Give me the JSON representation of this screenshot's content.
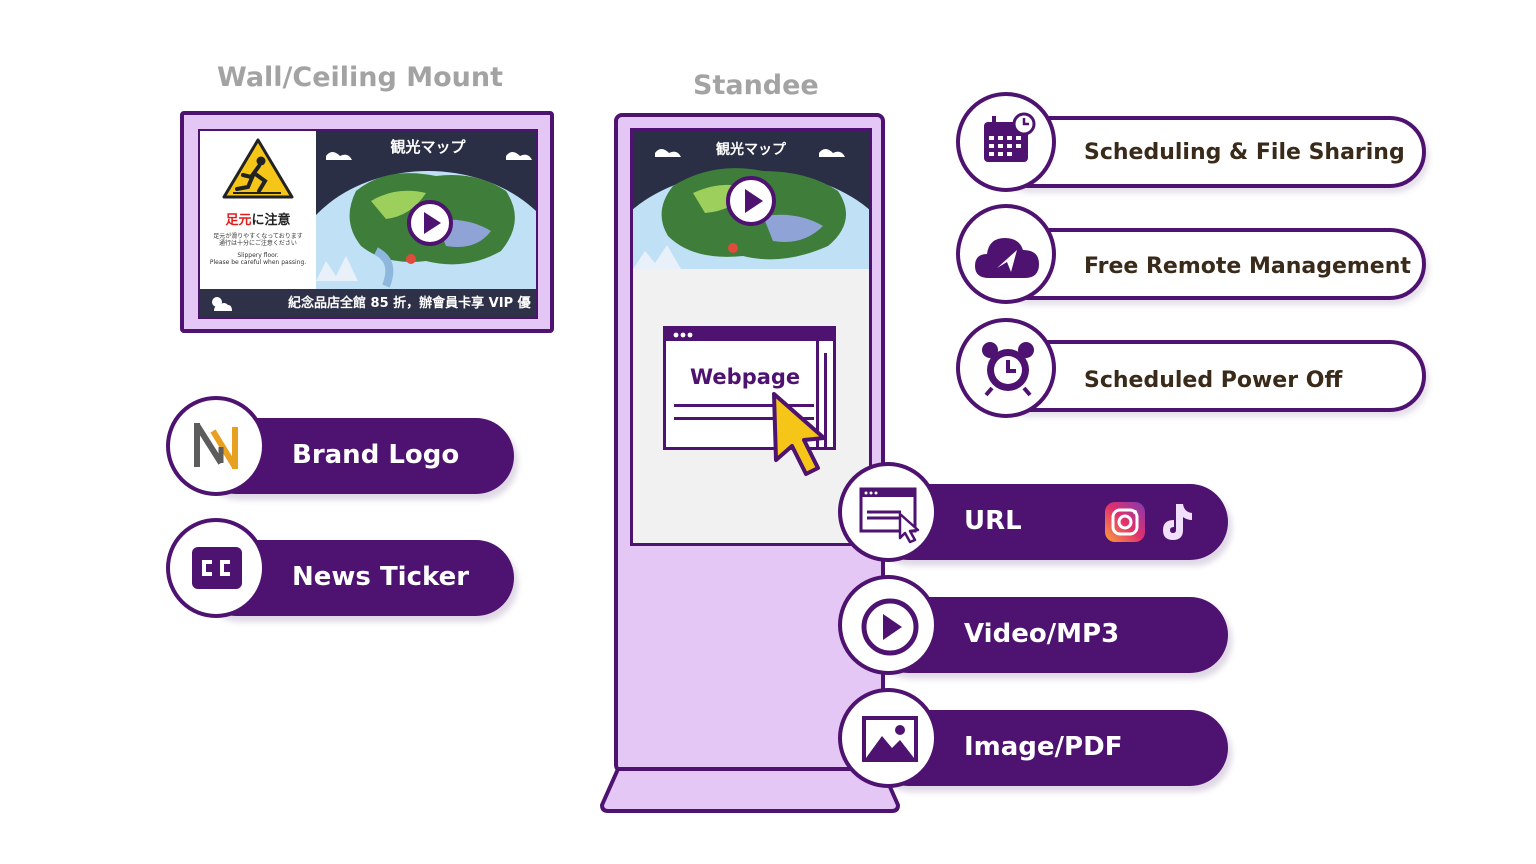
{
  "titles": {
    "wall": "Wall/Ceiling Mount",
    "standee": "Standee"
  },
  "wall_screen": {
    "warning_title_red": "足元",
    "warning_title_rest": "に注意",
    "warning_text_jp_1": "足元が滑りやすくなっております",
    "warning_text_jp_2": "通行は十分にご注意ください",
    "warning_text_en_1": "Slippery floor.",
    "warning_text_en_2": "Please be careful when passing.",
    "map_title": "観光マップ",
    "ticker_text": "紀念品店全館 85 折，辦會員卡享 VIP 優"
  },
  "standee_screen": {
    "map_title": "観光マップ",
    "webpage_label": "Webpage"
  },
  "left_features": [
    {
      "label": "Brand Logo",
      "icon": "brand-n-logo-icon"
    },
    {
      "label": "News Ticker",
      "icon": "cc-icon"
    }
  ],
  "right_features": [
    {
      "label": "Scheduling & File Sharing",
      "icon": "calendar-icon"
    },
    {
      "label": "Free Remote Management",
      "icon": "cloud-icon"
    },
    {
      "label": "Scheduled Power Off",
      "icon": "alarm-clock-icon"
    }
  ],
  "media_features": [
    {
      "label": "URL",
      "icon": "browser-cursor-icon"
    },
    {
      "label": "Video/MP3",
      "icon": "play-icon"
    },
    {
      "label": "Image/PDF",
      "icon": "image-icon"
    }
  ],
  "colors": {
    "primary": "#4e1270",
    "light": "#e4c7f5",
    "title_gray": "#a3a3a3",
    "accent_yellow": "#f5c518"
  }
}
